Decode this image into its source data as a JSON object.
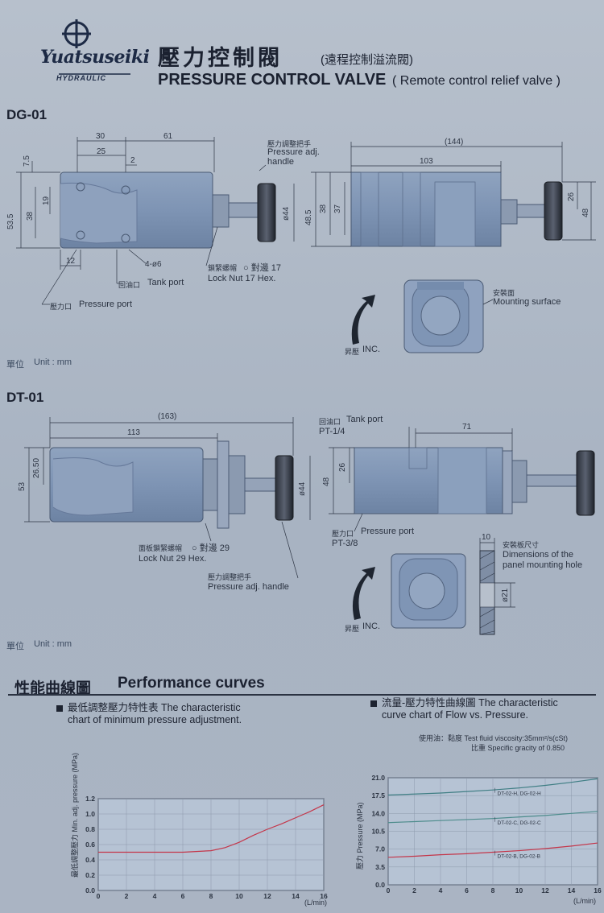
{
  "header": {
    "brand": "Yuatsuseiki",
    "brand_sub": "HYDRAULIC",
    "title_zh": "壓力控制閥",
    "title_zh_sub": "(遠程控制溢流閥)",
    "title_en": "PRESSURE CONTROL VALVE",
    "title_en_sub": "( Remote control relief valve )"
  },
  "dg01": {
    "model": "DG-01",
    "dims": {
      "d30": "30",
      "d61": "61",
      "d25": "25",
      "d2": "2",
      "d7_5": "7.5",
      "d19": "19",
      "d53_5": "53.5",
      "d38": "38",
      "d44": "ø44",
      "d12": "12",
      "d4o6": "4-ø6",
      "d144": "(144)",
      "d103": "103",
      "d48_5": "48.5",
      "d38b": "38",
      "d37": "37",
      "d26": "26",
      "d48": "48"
    },
    "labels": {
      "handle_zh": "壓力調整把手",
      "handle_en": "Pressure adj.",
      "handle_en2": "handle",
      "locknut_zh": "鎖緊螺帽",
      "locknut_hex": "○ 對邊 17",
      "locknut_en": "Lock Nut 17 Hex.",
      "tank_zh": "回油口",
      "tank_en": "Tank port",
      "pressure_zh": "壓力口",
      "pressure_en": "Pressure port",
      "mount_zh": "安裝面",
      "mount_en": "Mounting surface",
      "inc_zh": "昇壓",
      "inc_en": "INC."
    },
    "unit_zh": "單位",
    "unit_en": "Unit : mm"
  },
  "dt01": {
    "model": "DT-01",
    "dims": {
      "d163": "(163)",
      "d113": "113",
      "d26_50": "26.50",
      "d53": "53",
      "d44": "ø44",
      "d71": "71",
      "d48": "48",
      "d26": "26",
      "d10": "10",
      "d21": "ø21"
    },
    "labels": {
      "tank_zh": "回油口",
      "tank_en": "Tank port",
      "tank_pt": "PT-1/4",
      "pressure_zh": "壓力口",
      "pressure_en": "Pressure port",
      "pressure_pt": "PT-3/8",
      "locknut_zh": "面板鎖緊螺帽",
      "locknut_hex": "○ 對邊 29",
      "locknut_en": "Lock Nut 29 Hex.",
      "handle_zh": "壓力調整把手",
      "handle_en": "Pressure adj. handle",
      "panel_zh": "安裝板尺寸",
      "panel_en1": "Dimensions of the",
      "panel_en2": "panel mounting hole",
      "inc_zh": "昇壓",
      "inc_en": "INC."
    },
    "unit_zh": "單位",
    "unit_en": "Unit : mm"
  },
  "performance": {
    "title_zh": "性能曲線圖",
    "title_en": "Performance curves",
    "left_title_zh": "最低調整壓力特性表 The characteristic",
    "left_title_en": "chart of minimum pressure adjustment.",
    "right_title_zh": "流量-壓力特性曲線圖 The characteristic",
    "right_title_en": "curve chart of Flow vs. Pressure.",
    "fluid_note": "使用油：黏度 Test fluid viscosity:35mm²/s(cSt)",
    "gravity_note": "比重 Specific gracity of 0.850"
  },
  "chart_data": [
    {
      "type": "line",
      "title": "",
      "xlabel": "(L/min)",
      "ylabel": "最低調整壓力 Min. adj. pressure (MPa)",
      "xlim": [
        0,
        16
      ],
      "ylim": [
        0,
        1.2
      ],
      "xticks": [
        "0",
        "2",
        "4",
        "6",
        "8",
        "10",
        "12",
        "14",
        "16"
      ],
      "yticks": [
        "0.0",
        "0.2",
        "0.4",
        "0.6",
        "0.8",
        "1.0",
        "1.2"
      ],
      "grid": true,
      "color": "#c4364a",
      "series": [
        {
          "x": [
            0,
            2,
            4,
            6,
            8,
            9,
            10,
            11,
            12,
            13,
            14,
            15,
            16
          ],
          "y": [
            0.5,
            0.5,
            0.5,
            0.5,
            0.52,
            0.56,
            0.63,
            0.72,
            0.8,
            0.87,
            0.95,
            1.03,
            1.12
          ]
        }
      ]
    },
    {
      "type": "line",
      "title": "",
      "xlabel": "(L/min)",
      "ylabel": "壓力 Pressure (MPa)",
      "xlim": [
        0,
        16
      ],
      "ylim": [
        0,
        21
      ],
      "xticks": [
        "0",
        "2",
        "4",
        "6",
        "8",
        "10",
        "12",
        "14",
        "16"
      ],
      "yticks": [
        "0.0",
        "3.5",
        "7.0",
        "10.5",
        "14.0",
        "17.5",
        "21.0"
      ],
      "grid": true,
      "series": [
        {
          "name": "DT-02-H, DG-02-H",
          "color": "#3f7e84",
          "x": [
            0,
            2,
            4,
            6,
            8,
            10,
            12,
            14,
            16
          ],
          "y": [
            17.6,
            17.8,
            18.0,
            18.3,
            18.6,
            19.0,
            19.5,
            20.1,
            20.8
          ]
        },
        {
          "name": "DT-02-C, DG-02-C",
          "color": "#4d8c8c",
          "x": [
            0,
            2,
            4,
            6,
            8,
            10,
            12,
            14,
            16
          ],
          "y": [
            12.2,
            12.4,
            12.6,
            12.8,
            13.0,
            13.3,
            13.6,
            14.0,
            14.4
          ]
        },
        {
          "name": "DT-02-B, DG-02-B",
          "color": "#c4364a",
          "x": [
            0,
            2,
            4,
            6,
            8,
            10,
            12,
            14,
            16
          ],
          "y": [
            5.4,
            5.6,
            5.9,
            6.1,
            6.4,
            6.7,
            7.1,
            7.6,
            8.2
          ]
        }
      ]
    }
  ]
}
